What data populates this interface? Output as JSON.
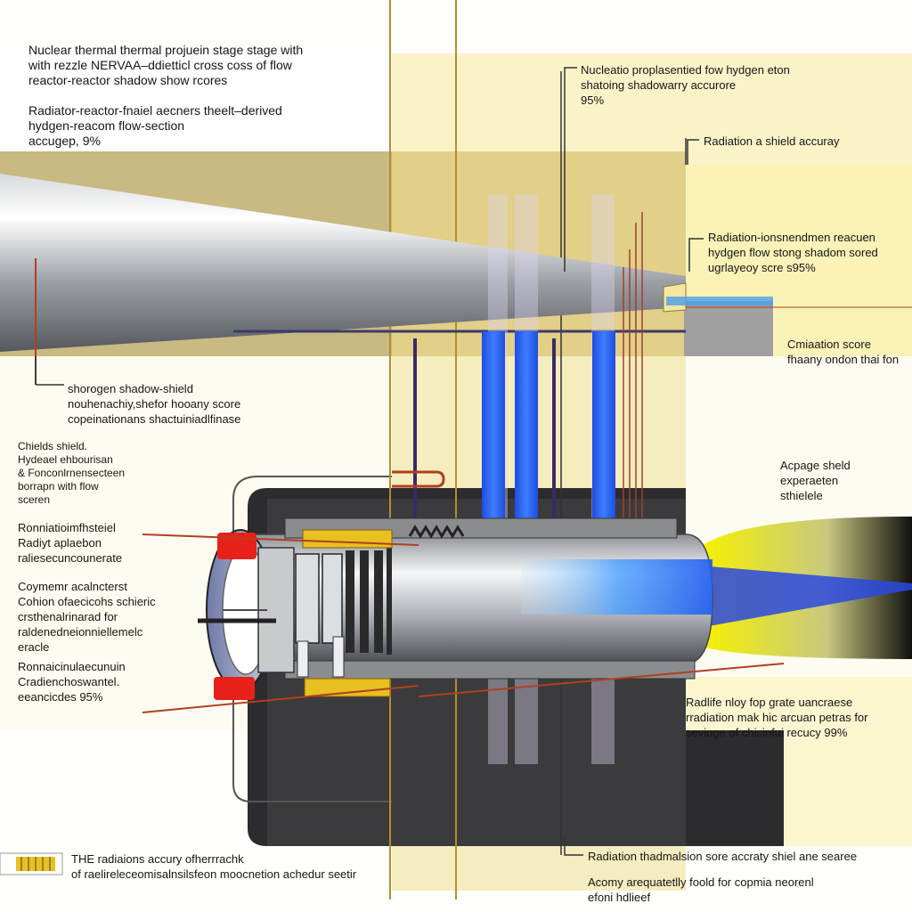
{
  "labels": {
    "title": [
      "Nuclear thermal thermal projuein stage stage with",
      "with rezzle NERVAA–ddietticl cross coss of flow",
      "reactor-reactor shadow show rcores"
    ],
    "subtitle": [
      "Radiator-reactor-fnaiel aecners theelt–derived",
      "hydgen-reacom flow-section",
      "accugep, 9%"
    ],
    "top_center": [
      "Nucleatio proplasentied fow hydgen eton",
      "shatoing shadowarry accurore",
      "95%"
    ],
    "top_right": [
      "Radiation a shield accuray"
    ],
    "mid_right": [
      "Radiation-ionsnendmen reacuen",
      "hydgen flow stong shadom sored",
      "ugrlayeoy scre s95%"
    ],
    "right_a": [
      "Cmiaation score",
      "fhaany ondon thai fon"
    ],
    "shadow_shield": [
      "shorogen shadow-shield",
      "nouhenachiy,shefor hooany score",
      "copeinationans shactuiniadlfinase"
    ],
    "right_b": [
      "Acpage sheld",
      "experaeten",
      "sthielele"
    ],
    "left_list": [
      [
        "Chields shield.",
        "Hydeael ehbourisan",
        "& Fonconlrnensecteen",
        "borrapn with flow",
        "sceren"
      ],
      [
        "Ronniatioimfhsteiel",
        "Radiyt aplaebon",
        "raliesecuncounerate"
      ],
      [
        "Coymemr acalncterst",
        "Cohion ofaecicohs schieric",
        "crsthenalrinarad for",
        "raldenedneionniellemelc",
        "eracle"
      ],
      [
        "Ronnaicinulaecunuin",
        "Cradienchoswantel.",
        "eeancicdes 95%"
      ]
    ],
    "lower_right": [
      "Radlife nloy fop grate uancraese",
      "rradiation mak hic arcuan petras for",
      "sevioge of chicinfui recucy 99%"
    ],
    "bottom_center": [
      "Radiation thadmalsion sore accraty shiel ane searee"
    ],
    "bottom_right": [
      "Acomy arequatetlly foold for copmia neorenl",
      "efoni hdlieef"
    ],
    "bottom_left": [
      "THE radiaions accury ofherrrachk",
      "of raelireleceomisalnsilsfeon moocnetion achedur seetir"
    ]
  },
  "colors": {
    "shield_gold": "#e8d58a",
    "hydrogen_flow_blue": "#1f5cf0",
    "exhaust_yellow": "#f0e800",
    "hot_red": "#e8201a",
    "leader_red": "#b04020",
    "steel_gray": "#b8bcc2"
  },
  "icons": [
    "reactor-core-icon",
    "nozzle-cone-icon",
    "hydrogen-flow-arrow-icon",
    "exhaust-plume-icon",
    "shadow-shield-icon"
  ]
}
